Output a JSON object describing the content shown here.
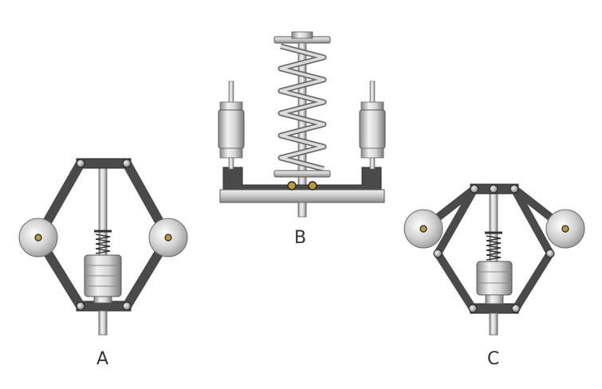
{
  "labels": {
    "a": "A",
    "b": "B",
    "c": "C"
  },
  "colors": {
    "frame": "#4a4a4a",
    "frame_dark": "#2e2e2e",
    "steel_light": "#e6e6e6",
    "steel_mid": "#b8b8b8",
    "steel_dark": "#7a7a7a",
    "bearing": "#b89a3a",
    "label": "#333333"
  },
  "icons": [
    "ball-head-icon",
    "spring-icon",
    "pivot-icon"
  ]
}
